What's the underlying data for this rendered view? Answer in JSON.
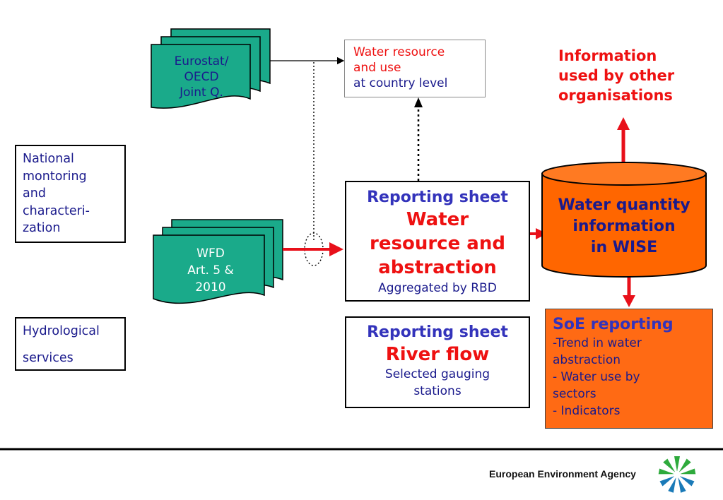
{
  "docs": {
    "eurostat": [
      "Eurostat/",
      "OECD",
      "Joint Q."
    ],
    "wfd": [
      "WFD",
      "Art. 5 &",
      "2010"
    ]
  },
  "country_box": {
    "line1": "Water resource",
    "line2": "and use",
    "line3": "at country level"
  },
  "info_other": [
    "Information",
    "used by other",
    "organisations"
  ],
  "national_box": [
    "National",
    "montoring",
    "and",
    "characteri-",
    "zation"
  ],
  "hydro_box": [
    "Hydrological",
    "services"
  ],
  "sheet_water": {
    "title": "Reporting sheet",
    "main": [
      "Water",
      "resource and",
      "abstraction"
    ],
    "sub": "Aggregated by RBD"
  },
  "sheet_river": {
    "title": "Reporting sheet",
    "main": "River flow",
    "sub": [
      "Selected gauging",
      "stations"
    ]
  },
  "wise": [
    "Water quantity",
    "information",
    "in WISE"
  ],
  "soe": {
    "title": "SoE reporting",
    "lines": [
      "-Trend in water",
      "abstraction",
      "- Water use by",
      "sectors",
      "- Indicators"
    ]
  },
  "footer": {
    "agency": "European Environment Agency"
  },
  "colors": {
    "doc_green": "#1aaa8a",
    "arrow_red": "#e8101a",
    "title_blue": "#3333bb",
    "main_red": "#ee1111",
    "dark_blue": "#1a1a8c",
    "wise_orange": "#ff6600",
    "soe_orange": "#ff6a14",
    "logo_green": "#2eaa3c",
    "logo_blue": "#1a7ab8"
  }
}
